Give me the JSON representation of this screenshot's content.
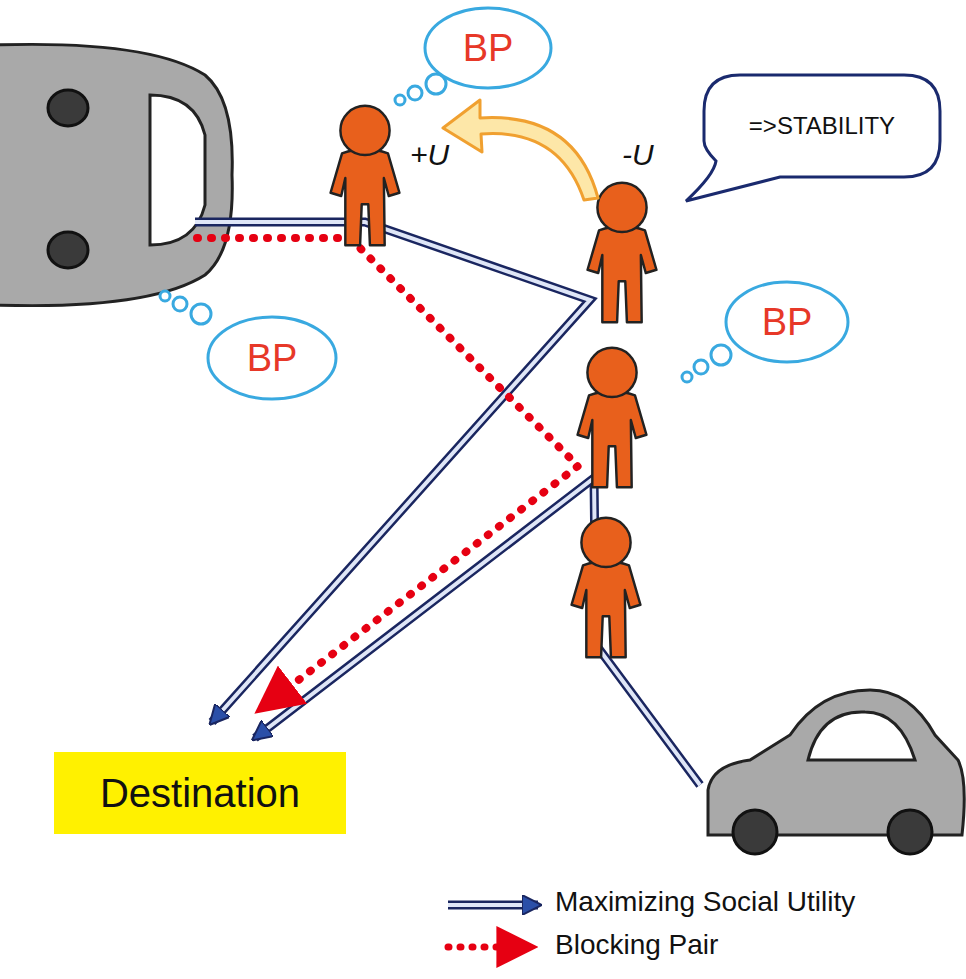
{
  "diagram": {
    "nodes": [
      {
        "text": [
          "BP"
        ]
      },
      {
        "text": [
          "=>STABILITY"
        ]
      },
      {
        "text": [
          "BP"
        ]
      },
      {
        "text": [
          "BP"
        ]
      },
      {
        "text": [
          "Destination"
        ]
      }
    ],
    "labels": [
      "+U",
      "-U"
    ],
    "legend": [
      {
        "text": "Maximizing Social Utility"
      },
      {
        "text": "Blocking Pair"
      }
    ]
  }
}
